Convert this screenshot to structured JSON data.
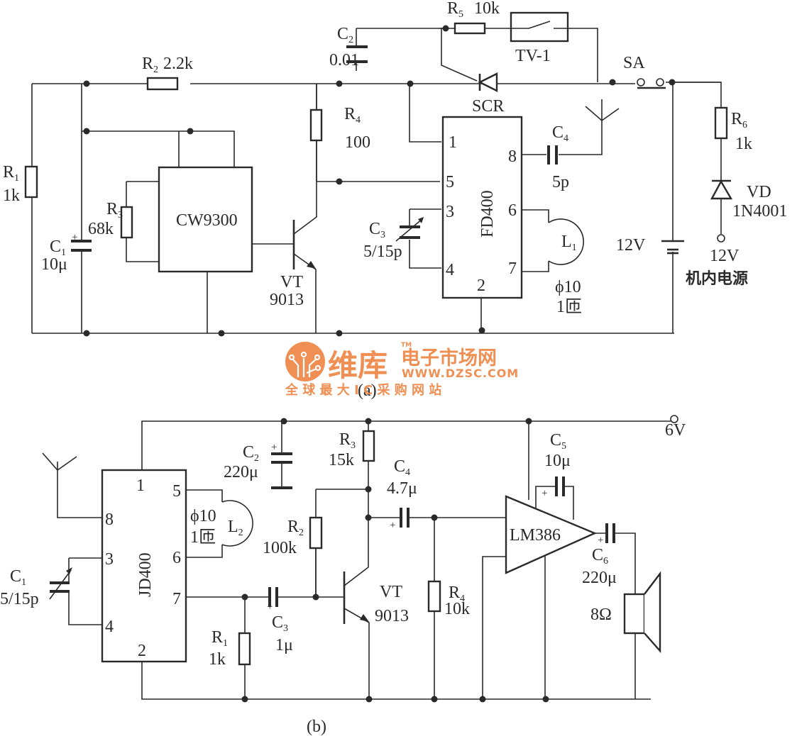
{
  "diagram": {
    "type": "circuit-schematic",
    "circuit_a": {
      "caption": "(a)",
      "components": {
        "R1": {
          "ref": "R",
          "sub": "1",
          "value": "1k"
        },
        "R2": {
          "ref": "R",
          "sub": "2",
          "value": "2.2k"
        },
        "R3": {
          "ref": "R",
          "sub": "3",
          "value": "68k"
        },
        "R4": {
          "ref": "R",
          "sub": "4",
          "value": "100"
        },
        "R5": {
          "ref": "R",
          "sub": "5",
          "value": "10k"
        },
        "R6": {
          "ref": "R",
          "sub": "6",
          "value": "1k"
        },
        "C1": {
          "ref": "C",
          "sub": "1",
          "value": "10μ",
          "polarity": "+"
        },
        "C2": {
          "ref": "C",
          "sub": "2",
          "value": "0.01"
        },
        "C3": {
          "ref": "C",
          "sub": "3",
          "value": "5/15p"
        },
        "C4": {
          "ref": "C",
          "sub": "4",
          "value": "5p"
        },
        "ic_sensor": "CW9300",
        "ic_tx": "FD400",
        "ic_tx_pins": [
          "1",
          "5",
          "3",
          "4",
          "2",
          "8",
          "6",
          "7"
        ],
        "transistor": {
          "name": "VT",
          "part": "9013"
        },
        "scr": "SCR",
        "switch_sa": "SA",
        "tilt_switch": "TV-1",
        "coil": {
          "ref": "L",
          "sub": "1",
          "spec1": "ϕ10",
          "spec2": "1匝"
        },
        "battery": "12V",
        "diode": {
          "name": "VD",
          "part": "1N4001"
        },
        "supply_terminal": "12V",
        "supply_label": "机内电源"
      }
    },
    "circuit_b": {
      "caption": "(b)",
      "components": {
        "R1": {
          "ref": "R",
          "sub": "1",
          "value": "1k"
        },
        "R2": {
          "ref": "R",
          "sub": "2",
          "value": "100k"
        },
        "R3": {
          "ref": "R",
          "sub": "3",
          "value": "15k"
        },
        "R4": {
          "ref": "R",
          "sub": "4",
          "value": "10k"
        },
        "C1": {
          "ref": "C",
          "sub": "1",
          "value": "5/15p"
        },
        "C2": {
          "ref": "C",
          "sub": "2",
          "value": "220μ",
          "polarity": "+"
        },
        "C3": {
          "ref": "C",
          "sub": "3",
          "value": "1μ",
          "polarity": "+"
        },
        "C4": {
          "ref": "C",
          "sub": "4",
          "value": "4.7μ",
          "polarity": "+"
        },
        "C5": {
          "ref": "C",
          "sub": "5",
          "value": "10μ",
          "polarity": "+"
        },
        "C6": {
          "ref": "C",
          "sub": "6",
          "value": "220μ",
          "polarity": "+"
        },
        "ic_rx": "JD400",
        "ic_rx_pins": [
          "1",
          "8",
          "3",
          "4",
          "2",
          "5",
          "6",
          "7"
        ],
        "coil": {
          "ref": "L",
          "sub": "2",
          "spec1": "ϕ10",
          "spec2": "1匝"
        },
        "transistor": {
          "name": "VT",
          "part": "9013"
        },
        "amp": "LM386",
        "speaker": "8Ω",
        "supply": "6V"
      }
    },
    "watermark": {
      "brand": "维库",
      "site": "电子市场网",
      "url": "WWW.DZSC.COM",
      "tagline": "全 球 最 大 I C 采 购 网 站",
      "tm": "TM"
    }
  }
}
